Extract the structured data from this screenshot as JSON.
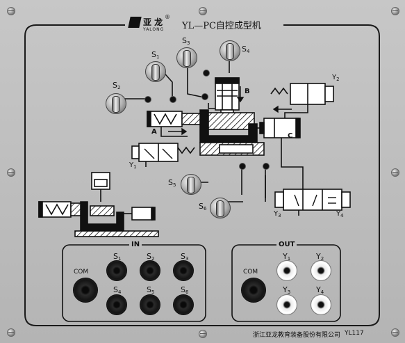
{
  "header": {
    "brand_cn": "亚 龙",
    "brand_en": "YALONG",
    "registered": "®",
    "title": "YL—PC自控成型机"
  },
  "switches": [
    {
      "id": "S1",
      "letter": "S",
      "index": "1"
    },
    {
      "id": "S2",
      "letter": "S",
      "index": "2"
    },
    {
      "id": "S3",
      "letter": "S",
      "index": "3"
    },
    {
      "id": "S4",
      "letter": "S",
      "index": "4"
    },
    {
      "id": "S5",
      "letter": "S",
      "index": "5"
    },
    {
      "id": "S6",
      "letter": "S",
      "index": "6"
    }
  ],
  "diagram": {
    "cylinder_a": "A",
    "cylinder_b": "B",
    "cylinder_c": "C",
    "valves": [
      {
        "letter": "Y",
        "index": "1"
      },
      {
        "letter": "Y",
        "index": "2"
      },
      {
        "letter": "Y",
        "index": "3"
      },
      {
        "letter": "Y",
        "index": "4"
      }
    ]
  },
  "in_panel": {
    "title": "IN",
    "com": "COM",
    "jacks": [
      {
        "letter": "S",
        "index": "1"
      },
      {
        "letter": "S",
        "index": "2"
      },
      {
        "letter": "S",
        "index": "3"
      },
      {
        "letter": "S",
        "index": "4"
      },
      {
        "letter": "S",
        "index": "5"
      },
      {
        "letter": "S",
        "index": "6"
      }
    ]
  },
  "out_panel": {
    "title": "OUT",
    "com": "COM",
    "jacks": [
      {
        "letter": "Y",
        "index": "1"
      },
      {
        "letter": "Y",
        "index": "2"
      },
      {
        "letter": "Y",
        "index": "3"
      },
      {
        "letter": "Y",
        "index": "4"
      }
    ]
  },
  "footer": {
    "company": "浙江亚龙教育装备股份有限公司",
    "model": "YL117"
  }
}
